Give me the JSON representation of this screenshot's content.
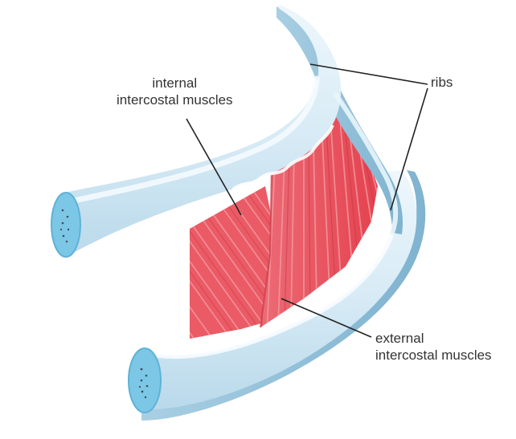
{
  "labels": {
    "internal": {
      "line1": "internal",
      "line2": "intercostal muscles"
    },
    "ribs": "ribs",
    "external": {
      "line1": "external",
      "line2": "intercostal muscles"
    }
  },
  "colors": {
    "bone_light": "#dfeff8",
    "bone_mid": "#bcdcec",
    "bone_shadow": "#8dbdd6",
    "bone_highlight": "#f7fcff",
    "bone_end": "#6fc1e4",
    "muscle": "#e8505c",
    "muscle_light": "#f08a92",
    "muscle_dark": "#c93a47",
    "leader_line": "#222222",
    "text": "#333333"
  }
}
